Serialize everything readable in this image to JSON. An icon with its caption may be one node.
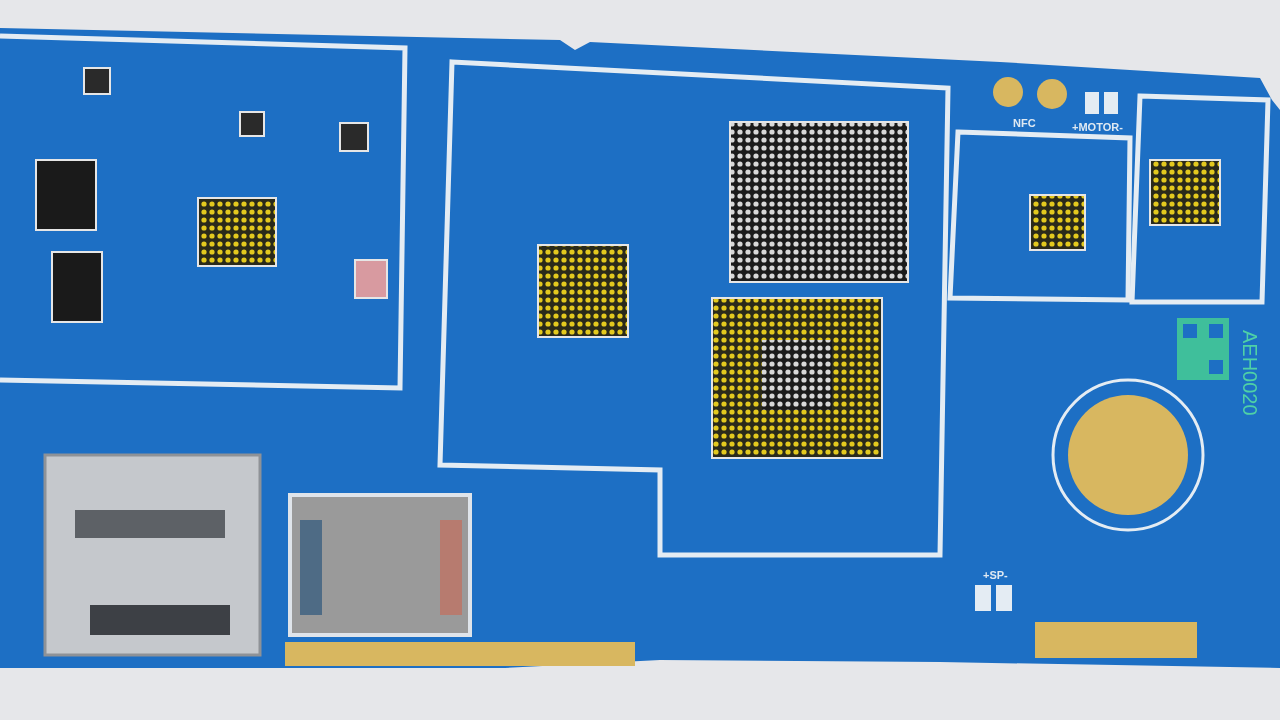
{
  "diagram": {
    "labels": [
      "NFC",
      "+MOTOR-",
      "AEH0020",
      "+SP-"
    ]
  }
}
